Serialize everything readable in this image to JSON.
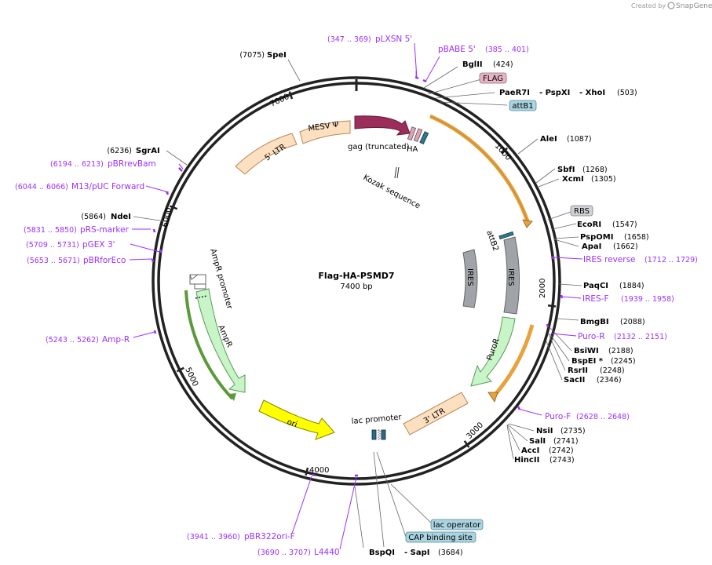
{
  "credit": {
    "prefix": "Created by",
    "brand": "SnapGene"
  },
  "plasmid": {
    "name": "Flag-HA-PSMD7",
    "length": "7400 bp"
  },
  "ticks": {
    "t1000": "1000",
    "t2000": "2000",
    "t3000": "3000",
    "t4000": "4000",
    "t5000": "5000",
    "t6000": "6000",
    "t7000": "7000"
  },
  "features": {
    "ltr5": "5' LTR",
    "mesv": "MESV Ψ",
    "gag": "gag (truncated)",
    "ha": "HA",
    "kozak": "Kozak sequence",
    "attb2": "attB2",
    "ires_inner": "IRES",
    "ires_outer": "IRES",
    "puror": "PuroR",
    "ltr3": "3' LTR",
    "lacprom": "lac promoter",
    "ori": "ori",
    "ampr_promoter": "AmpR promoter",
    "ampr": "AmpR"
  },
  "boxes": {
    "flag": "FLAG",
    "attb1": "attB1",
    "rbs": "RBS",
    "lac_operator": "lac operator",
    "cap": "CAP binding site"
  },
  "sites": {
    "spei": {
      "name": "SpeI",
      "pos": "(7075)"
    },
    "sgrai": {
      "name": "SgrAI",
      "pos": "(6236)"
    },
    "ndei": {
      "name": "NdeI",
      "pos": "(5864)"
    },
    "bglii": {
      "name": "BglII",
      "pos": "(424)"
    },
    "xhoi": {
      "n1": "PaeR7I",
      "n2": "- PspXI",
      "n3": "- XhoI",
      "pos": "(503)"
    },
    "alei": {
      "name": "AleI",
      "pos": "(1087)"
    },
    "sbfi": {
      "name": "SbfI",
      "pos": "(1268)"
    },
    "xcmi": {
      "name": "XcmI",
      "pos": "(1305)"
    },
    "ecori": {
      "name": "EcoRI",
      "pos": "(1547)"
    },
    "pspomi": {
      "name": "PspOMI",
      "pos": "(1658)"
    },
    "apai": {
      "name": "ApaI",
      "pos": "(1662)"
    },
    "paqci": {
      "name": "PaqCI",
      "pos": "(1884)"
    },
    "bmgbi": {
      "name": "BmgBI",
      "pos": "(2088)"
    },
    "bsiwi": {
      "name": "BsiWI",
      "pos": "(2188)"
    },
    "bspei": {
      "name": "BspEI *",
      "pos": "(2245)"
    },
    "rsrii": {
      "name": "RsrII",
      "pos": "(2248)"
    },
    "sacii": {
      "name": "SacII",
      "pos": "(2346)"
    },
    "nsii": {
      "name": "NsiI",
      "pos": "(2735)"
    },
    "sali": {
      "name": "SalI",
      "pos": "(2741)"
    },
    "acci": {
      "name": "AccI",
      "pos": "(2742)"
    },
    "hincii": {
      "name": "HincII",
      "pos": "(2743)"
    },
    "bspqi": {
      "n1": "BspQI",
      "n2": "- SapI",
      "pos": "(3684)"
    }
  },
  "primers": {
    "plxsn": {
      "range": "(347 .. 369)",
      "name": "pLXSN 5'"
    },
    "pbabe": {
      "name": "pBABE 5'",
      "range": "(385 .. 401)"
    },
    "pbrrevbam": {
      "range": "(6194 .. 6213)",
      "name": "pBRrevBam"
    },
    "m13": {
      "range": "(6044 .. 6066)",
      "name": "M13/pUC Forward"
    },
    "prsmarker": {
      "range": "(5831 .. 5850)",
      "name": "pRS-marker"
    },
    "pgex3": {
      "range": "(5709 .. 5731)",
      "name": "pGEX 3'"
    },
    "pbrforeco": {
      "range": "(5653 .. 5671)",
      "name": "pBRforEco"
    },
    "ampr": {
      "range": "(5243 .. 5262)",
      "name": "Amp-R"
    },
    "iresrev": {
      "name": "IRES reverse",
      "range": "(1712 .. 1729)"
    },
    "iresf": {
      "name": "IRES-F",
      "range": "(1939 .. 1958)"
    },
    "puror": {
      "name": "Puro-R",
      "range": "(2132 .. 2151)"
    },
    "purof": {
      "name": "Puro-F",
      "range": "(2628 .. 2648)"
    },
    "pbr322": {
      "range": "(3941 .. 3960)",
      "name": "pBR322ori-F"
    },
    "l4440": {
      "range": "(3690 .. 3707)",
      "name": "L4440"
    }
  },
  "colors": {
    "primer": "#9b30ff",
    "ltr": "#fde0c0",
    "mesv": "#fde0c0",
    "gag": "#9b2d5a",
    "ires": "#a0a4a8",
    "puror": "#c8f5c8",
    "ori": "#ffff00",
    "ampr": "#c8f5c8",
    "orf": "#e8a23c",
    "box_blue": "#a9d4e0",
    "box_pink": "#e8b4c4",
    "box_grey": "#cfd3d6"
  }
}
